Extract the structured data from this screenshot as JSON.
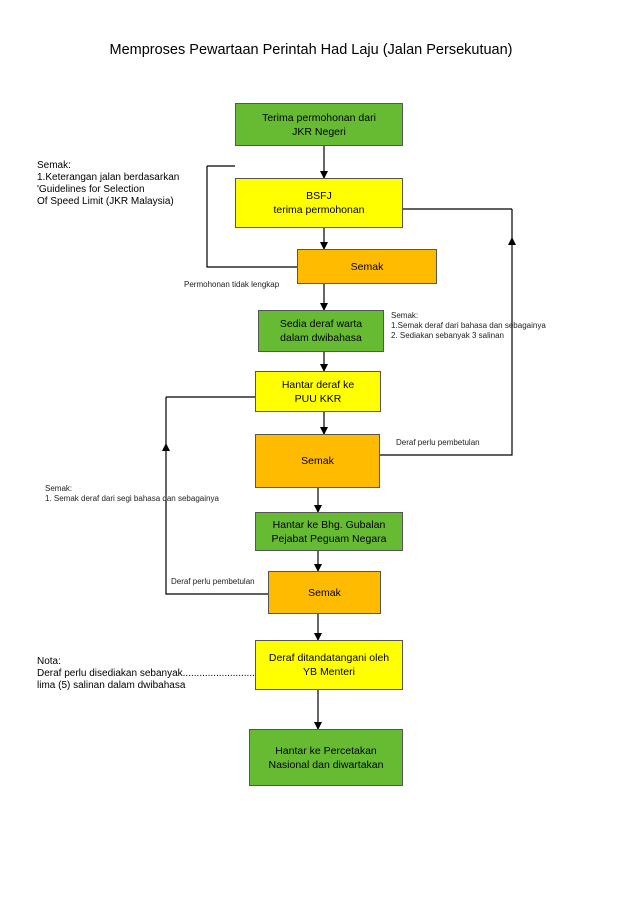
{
  "title": "Memproses Pewartaan Perintah Had Laju (Jalan Persekutuan)",
  "boxes": {
    "b1": "Terima permohonan dari\nJKR Negeri",
    "b2": "BSFJ\nterima permohonan",
    "b3": "Semak",
    "b4": "Sedia deraf warta\ndalam dwibahasa",
    "b5": "Hantar deraf ke\nPUU KKR",
    "b6": "Semak",
    "b7": "Hantar ke Bhg. Gubalan\nPejabat Peguam Negara",
    "b8": "Semak",
    "b9": "Deraf ditandatangani oleh\nYB Menteri",
    "b10": "Hantar ke Percetakan\nNasional dan diwartakan"
  },
  "notes": {
    "semak1": "Semak:\n1.Keterangan jalan berdasarkan\n  'Guidelines for Selection\n  Of Speed Limit (JKR Malaysia)",
    "permohonan": "Permohonan tidak lengkap",
    "semak2": "Semak:\n1.Semak deraf dari bahasa dan sebagainya\n2. Sediakan sebanyak 3 salinan",
    "deraf1": "Deraf perlu pembetulan",
    "semak3": "Semak:\n1. Semak deraf dari segi bahasa dan sebagainya",
    "deraf2": "Deraf perlu pembetulan",
    "nota": "Nota:\nDeraf perlu disediakan sebanyak..........................\nlima (5) salinan dalam dwibahasa"
  },
  "colors": {
    "green": "#66bb33",
    "yellow": "#ffff00",
    "orange": "#ffbb00",
    "line": "#000000"
  }
}
